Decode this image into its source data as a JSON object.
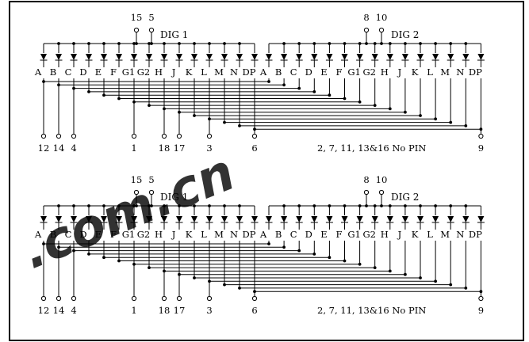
{
  "segments": [
    "A",
    "B",
    "C",
    "D",
    "E",
    "F",
    "G1",
    "G2",
    "H",
    "J",
    "K",
    "L",
    "M",
    "N",
    "DP"
  ],
  "diagrams": [
    {
      "dig1_label": "DIG 1",
      "dig2_label": "DIG 2",
      "dig1_common_pins": [
        "15",
        "5"
      ],
      "dig2_common_pins": [
        "8",
        "10"
      ],
      "bottom_pins": [
        "12",
        "14",
        "4",
        "1",
        "18",
        "17",
        "3",
        "6"
      ],
      "right_pin": "9",
      "note": "2, 7, 11, 13&16 No PIN"
    },
    {
      "dig1_label": "DIG 1",
      "dig2_label": "DIG 2",
      "dig1_common_pins": [
        "15",
        "5"
      ],
      "dig2_common_pins": [
        "8",
        "10"
      ],
      "bottom_pins": [
        "12",
        "14",
        "4",
        "1",
        "18",
        "17",
        "3",
        "6"
      ],
      "right_pin": "9",
      "note": "2, 7, 11, 13&16 No PIN"
    }
  ],
  "watermark": {
    "text": ".com.cn",
    "color": "#e03020"
  },
  "colors": {
    "line": "#000000",
    "frame": "#000000",
    "watermark": "#e03020"
  }
}
